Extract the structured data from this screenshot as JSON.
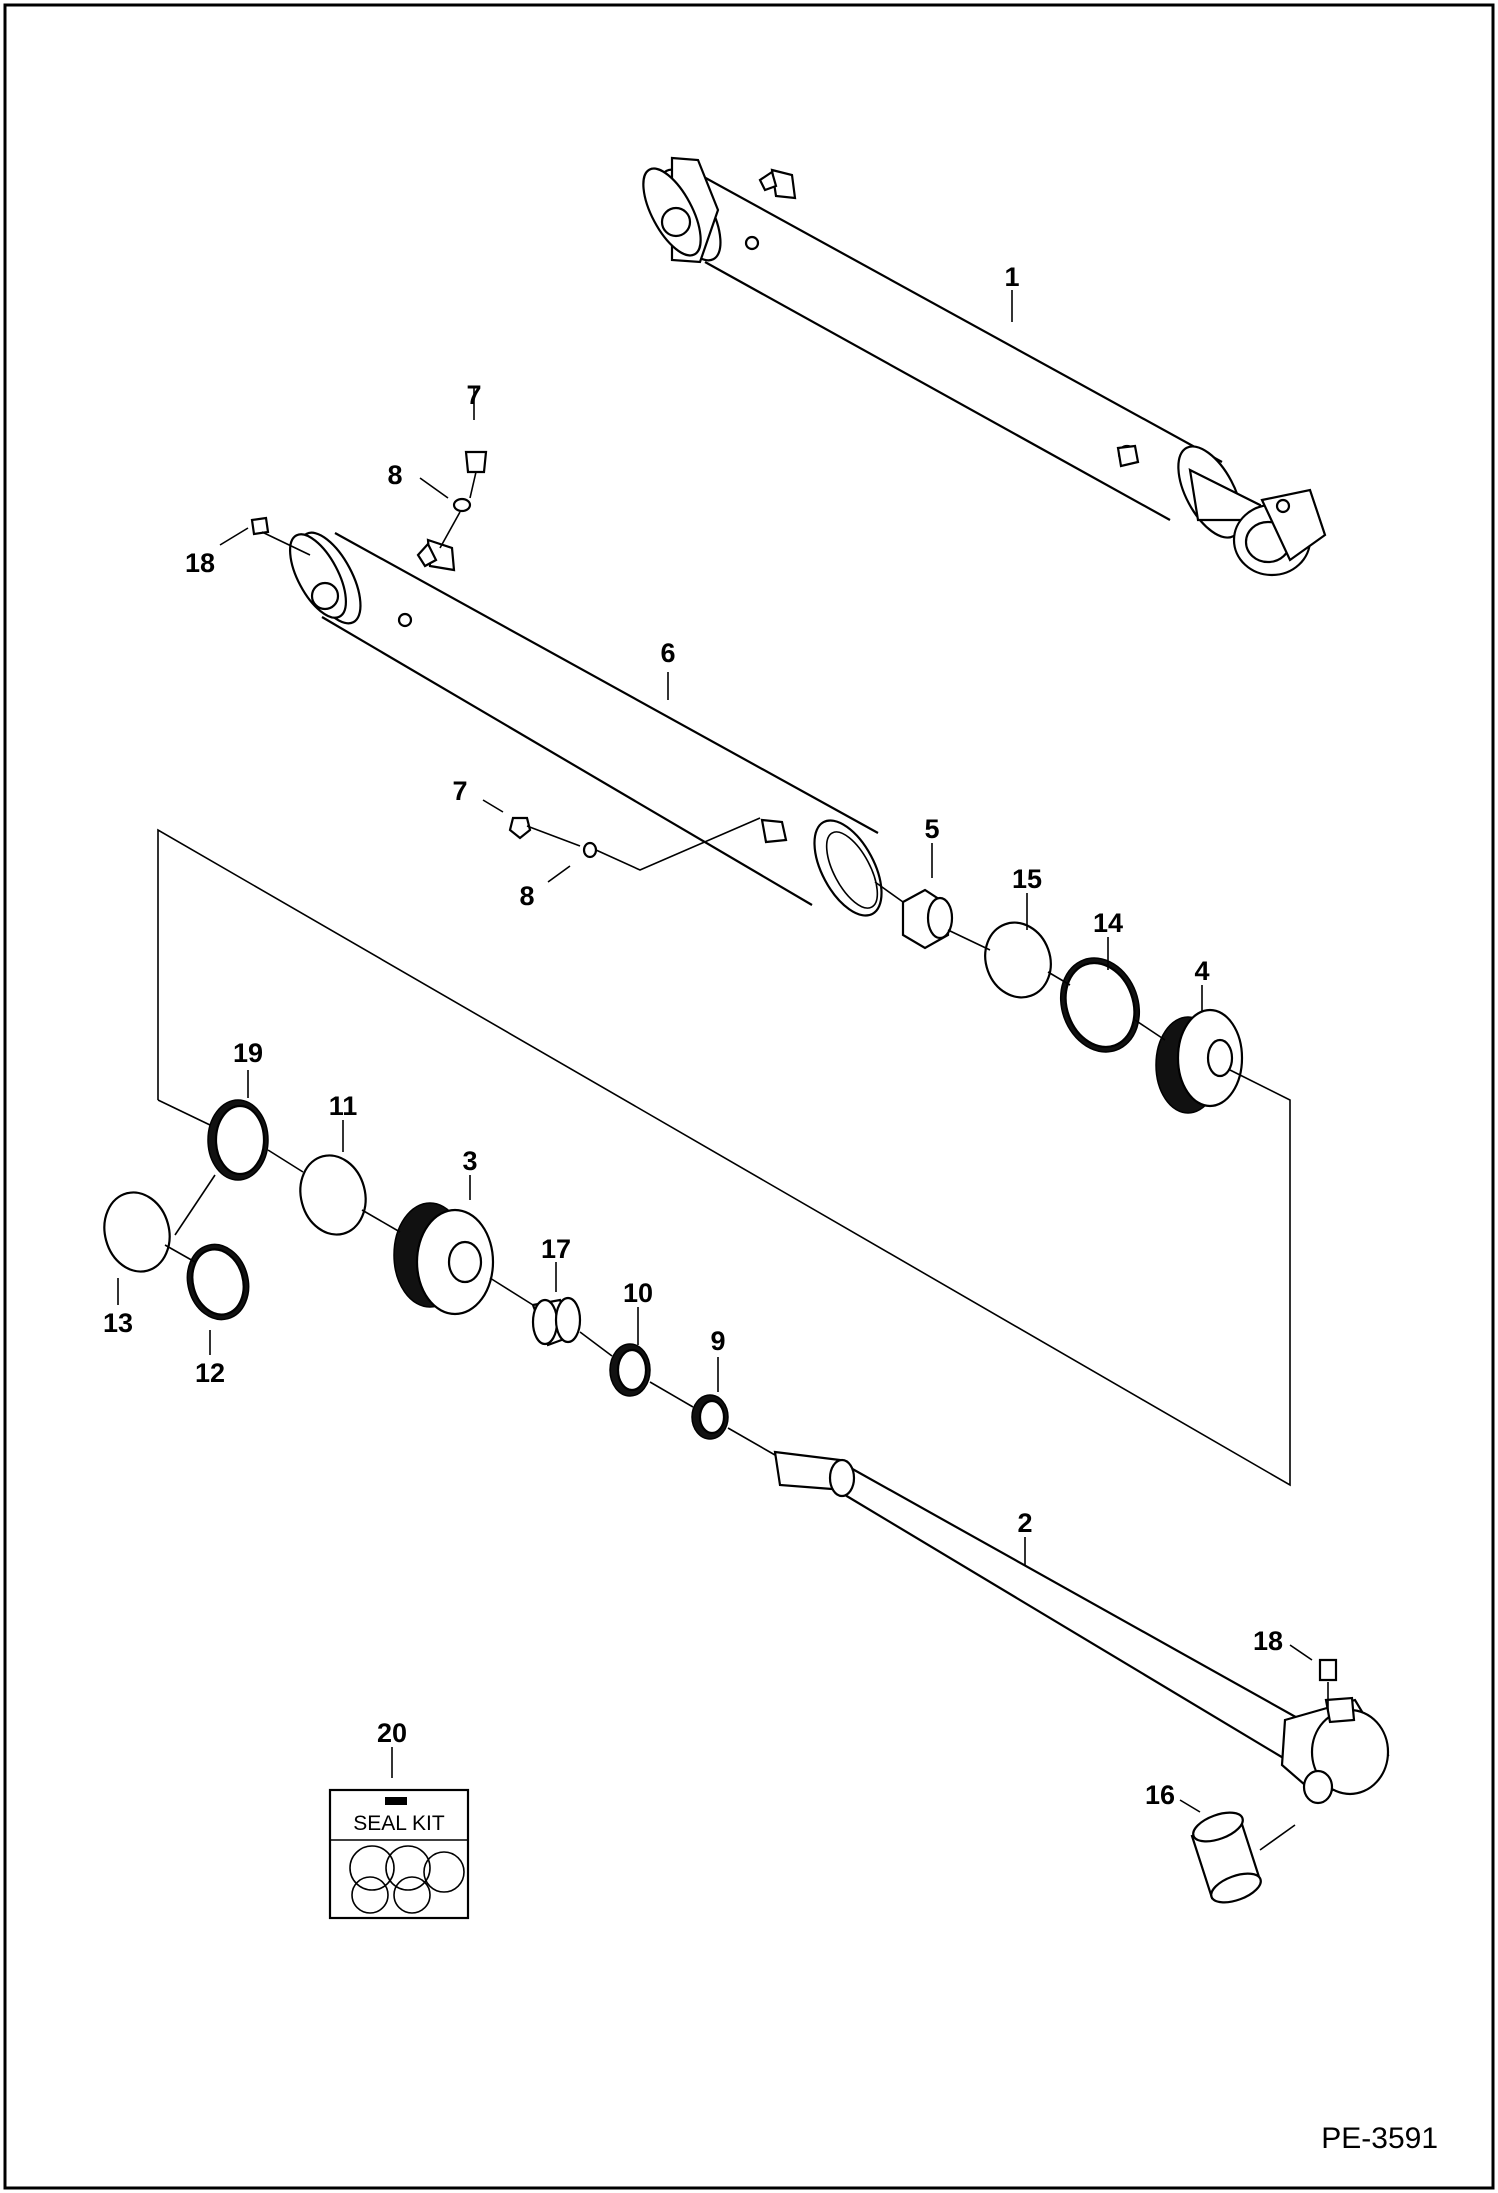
{
  "callouts": [
    {
      "id": "c1",
      "text": "1"
    },
    {
      "id": "c2",
      "text": "2"
    },
    {
      "id": "c3",
      "text": "3"
    },
    {
      "id": "c4",
      "text": "4"
    },
    {
      "id": "c5",
      "text": "5"
    },
    {
      "id": "c6",
      "text": "6"
    },
    {
      "id": "c7a",
      "text": "7"
    },
    {
      "id": "c7b",
      "text": "7"
    },
    {
      "id": "c8a",
      "text": "8"
    },
    {
      "id": "c8b",
      "text": "8"
    },
    {
      "id": "c9",
      "text": "9"
    },
    {
      "id": "c10",
      "text": "10"
    },
    {
      "id": "c11",
      "text": "11"
    },
    {
      "id": "c12",
      "text": "12"
    },
    {
      "id": "c13",
      "text": "13"
    },
    {
      "id": "c14",
      "text": "14"
    },
    {
      "id": "c15",
      "text": "15"
    },
    {
      "id": "c16",
      "text": "16"
    },
    {
      "id": "c17",
      "text": "17"
    },
    {
      "id": "c18a",
      "text": "18"
    },
    {
      "id": "c18b",
      "text": "18"
    },
    {
      "id": "c19",
      "text": "19"
    },
    {
      "id": "c20",
      "text": "20"
    }
  ],
  "seal_kit_label": "SEAL KIT",
  "reference": "PE-3591"
}
